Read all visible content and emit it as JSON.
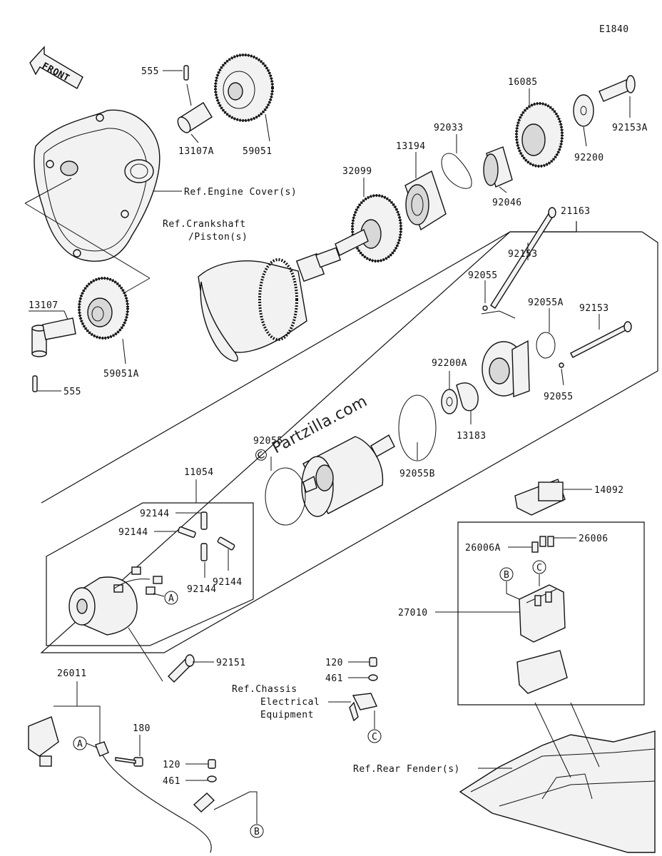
{
  "diagram_code": "E1840",
  "front_label": "FRONT",
  "watermark": "© Partzilla.com",
  "part_numbers": {
    "p555_top": "555",
    "p13107A": "13107A",
    "p59051": "59051",
    "ref_engine_cover": "Ref.Engine Cover(s)",
    "p13107": "13107",
    "p555_bottom": "555",
    "p59051A": "59051A",
    "p16085": "16085",
    "p92153A": "92153A",
    "p92200": "92200",
    "p92033": "92033",
    "p13194": "13194",
    "p92046": "92046",
    "p32099": "32099",
    "p21163": "21163",
    "ref_crankshaft_1": "Ref.Crankshaft",
    "ref_crankshaft_2": "/Piston(s)",
    "p92153_a": "92153",
    "p92055_top": "92055",
    "p92055A": "92055A",
    "p92153_b": "92153",
    "p92200A": "92200A",
    "p92055_right": "92055",
    "p13183": "13183",
    "p92055B": "92055B",
    "p92055_left": "92055",
    "p11054": "11054",
    "p92144_a": "92144",
    "p92144_b": "92144",
    "p92144_c": "92144",
    "p92144_d": "92144",
    "p14092": "14092",
    "p26006A": "26006A",
    "p26006": "26006",
    "p27010": "27010",
    "p92151": "92151",
    "p26011": "26011",
    "p180": "180",
    "p120_a": "120",
    "p461_a": "461",
    "p120_b": "120",
    "p461_b": "461",
    "ref_chassis_1": "Ref.Chassis",
    "ref_chassis_2": "Electrical",
    "ref_chassis_3": "Equipment",
    "ref_rear_fender": "Ref.Rear Fender(s)"
  },
  "callouts": {
    "a1": "A",
    "a2": "A",
    "b1": "B",
    "b2": "B",
    "c1": "C",
    "c2": "C"
  },
  "colors": {
    "line": "#111111",
    "fill": "#f2f2f2",
    "background": "#ffffff"
  }
}
